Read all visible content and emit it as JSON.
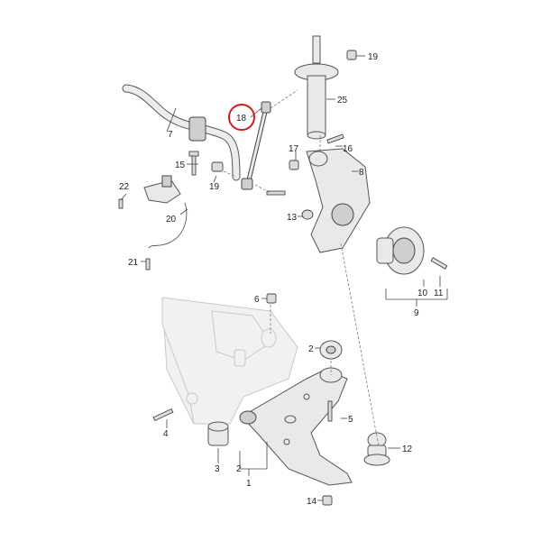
{
  "callouts": {
    "c1": "1",
    "c2": "2",
    "c2b": "2",
    "c3": "3",
    "c4": "4",
    "c5": "5",
    "c6": "6",
    "c7": "7",
    "c8": "8",
    "c9": "9",
    "c10": "10",
    "c11": "11",
    "c12": "12",
    "c13": "13",
    "c14": "14",
    "c15": "15",
    "c16": "16",
    "c17": "17",
    "c18": "18",
    "c19a": "19",
    "c19b": "19",
    "c20": "20",
    "c21": "21",
    "c22": "22",
    "c25": "25"
  },
  "highlight": {
    "callout": "18",
    "color": "#d21c1c"
  },
  "colors": {
    "line": "#444444",
    "part_fill": "#e9e9e9",
    "ghost_fill": "#f1f1f1"
  }
}
